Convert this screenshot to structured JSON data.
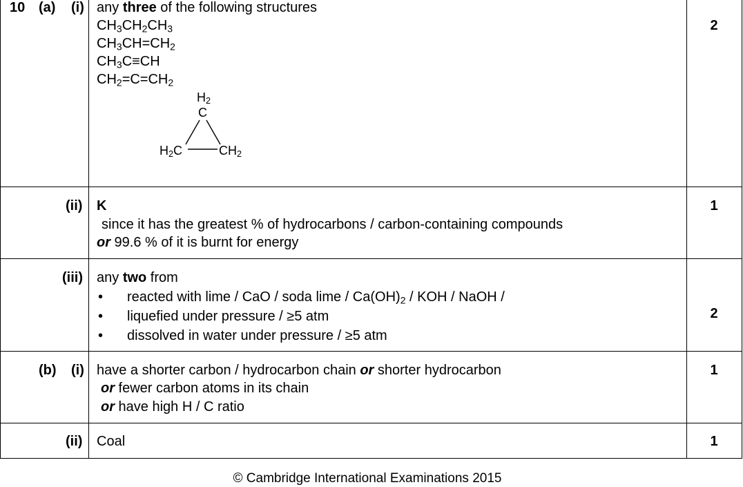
{
  "q10": {
    "num": "10",
    "part_a": "(a)",
    "part_b": "(b)",
    "sub_i": "(i)",
    "sub_ii": "(ii)",
    "sub_iii": "(iii)"
  },
  "a_i": {
    "intro_pre": "any ",
    "intro_bold": "three",
    "intro_post": " of the following structures",
    "s1": [
      "CH",
      "3",
      "CH",
      "2",
      "CH",
      "3"
    ],
    "s2": [
      "CH",
      "3",
      "CH=CH",
      "2"
    ],
    "s3": [
      "CH",
      "3",
      "C≡CH"
    ],
    "s4": [
      "CH",
      "2",
      "=C=CH",
      "2"
    ],
    "ring": {
      "top": "H",
      "top_sub": "2",
      "top_c": "C",
      "left": "H",
      "left_sub": "2",
      "left_c": "C",
      "right": "CH",
      "right_sub": "2"
    },
    "mark": "2"
  },
  "a_ii": {
    "answer": "K",
    "line1": "since it has the greatest % of hydrocarbons / carbon-containing compounds",
    "or": "or",
    "line2": " 99.6 % of it is burnt for energy",
    "mark": "1"
  },
  "a_iii": {
    "intro_pre": "any ",
    "intro_bold": "two",
    "intro_post": " from",
    "bullet": "•",
    "b1_pre": "reacted with lime / CaO / soda lime / Ca(OH)",
    "b1_sub": "2",
    "b1_post": " / KOH / NaOH /",
    "b2": "liquefied under pressure / ≥5 atm",
    "b3": "dissolved in water under pressure / ≥5 atm",
    "mark": "2"
  },
  "b_i": {
    "line1_pre": "have a shorter carbon / hydrocarbon chain ",
    "or": "or",
    "line1_post": " shorter hydrocarbon",
    "line2": " fewer carbon atoms in its chain",
    "line3": " have high H / C ratio",
    "mark": "1"
  },
  "b_ii": {
    "answer": "Coal",
    "mark": "1"
  },
  "footer": "© Cambridge International Examinations 2015"
}
